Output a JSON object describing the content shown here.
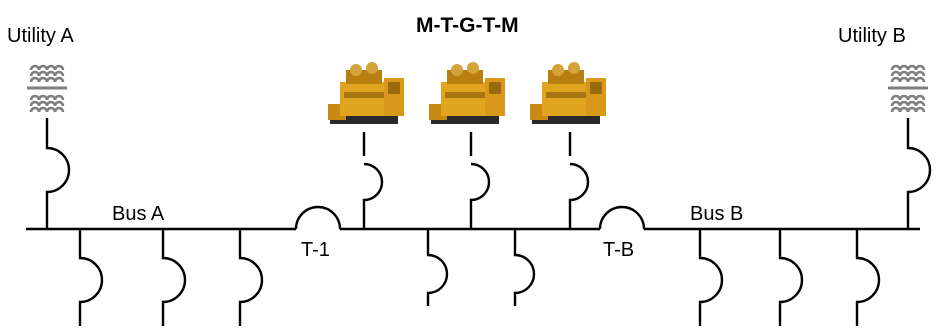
{
  "title": "M-T-G-T-M",
  "sources": {
    "left": "Utility A",
    "right": "Utility B"
  },
  "buses": {
    "left": "Bus A",
    "right": "Bus B"
  },
  "ties": {
    "left": "T-1",
    "right": "T-B"
  },
  "generator_count": 3,
  "colors": {
    "line": "#000000",
    "transformer": "#7f7f7f",
    "generator": "#e0a41e"
  }
}
